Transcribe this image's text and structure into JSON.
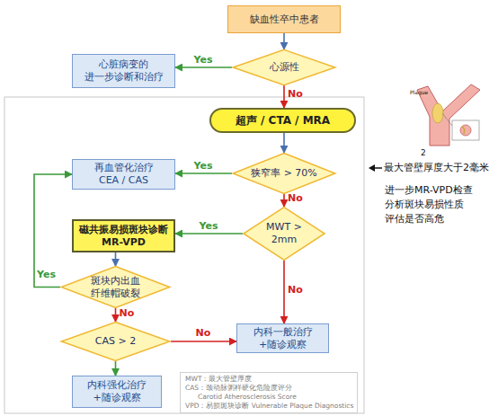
{
  "diagram": {
    "nodes": [
      {
        "text": [
          "缺血性卒中患者"
        ]
      },
      {
        "text": [
          "心源性"
        ]
      },
      {
        "text": [
          "心脏病变的 进一步诊断和治疗"
        ]
      },
      {
        "text": [
          "超声 / CTA / MRA"
        ]
      },
      {
        "text": [
          "再血管化治疗 CEA / CAS"
        ]
      },
      {
        "text": [
          "狭窄率 > 70%"
        ]
      },
      {
        "text": [
          "磁共振易损斑块诊断 MR-VPD"
        ]
      },
      {
        "text": [
          "MWT > 2mm"
        ]
      },
      {
        "text": [
          "斑块内出血 纤维帽破裂"
        ]
      },
      {
        "text": [
          "CAS > 2"
        ]
      },
      {
        "text": [
          "内科一般治疗 +随诊观察"
        ]
      },
      {
        "text": [
          "内科强化治疗 +随诊观察"
        ]
      },
      {
        "text": [
          "MWT：最大管壁厚度",
          "CAS：颈动脉粥样硬化危险度评分 Carotid Atherosclerosis Score",
          "VPD：易损斑块诊断 Vulnerable Plaque Diagnostics"
        ]
      }
    ],
    "edges": [
      {
        "from": 0,
        "to": 1,
        "arrow": "to"
      },
      {
        "from": 1,
        "to": 2,
        "label": "Yes",
        "arrow": "to"
      },
      {
        "from": 1,
        "to": 3,
        "label": "No",
        "arrow": "to"
      },
      {
        "from": 3,
        "to": 5,
        "arrow": "to"
      },
      {
        "from": 5,
        "to": 4,
        "label": "Yes",
        "arrow": "to"
      },
      {
        "from": 5,
        "to": 7,
        "label": "No",
        "arrow": "to"
      },
      {
        "from": 7,
        "to": 6,
        "label": "Yes",
        "arrow": "to"
      },
      {
        "from": 7,
        "to": 10,
        "label": "No",
        "arrow": "to"
      },
      {
        "from": 6,
        "to": 8,
        "arrow": "to"
      },
      {
        "from": 8,
        "to": 4,
        "label": "Yes",
        "arrow": "to"
      },
      {
        "from": 8,
        "to": 9,
        "label": "No",
        "arrow": "to"
      },
      {
        "from": 9,
        "to": 10,
        "label": "No",
        "arrow": "to"
      },
      {
        "from": 9,
        "to": 11,
        "arrow": "to"
      }
    ],
    "labels": [
      "Plaque",
      "2",
      "最大管壁厚度大于2毫米",
      "进一步MR-VPD检查 分析斑块易损性质 评估是否高危"
    ]
  }
}
